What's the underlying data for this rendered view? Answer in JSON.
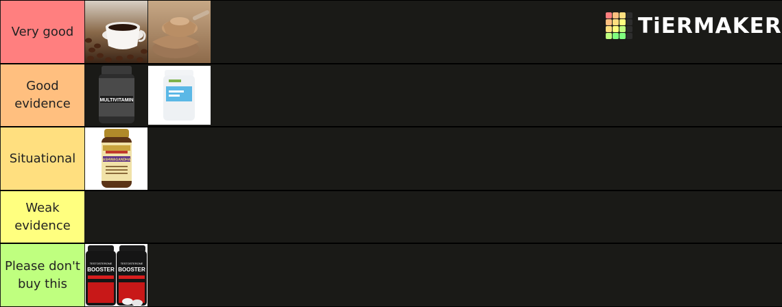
{
  "brand": {
    "logo_text": "TiERMAKER",
    "logo_colors": [
      "#ff7f7f",
      "#ffbf7f",
      "#ffdf7f",
      "#2d2d2d",
      "#ffbf7f",
      "#ffdf7f",
      "#ffff7f",
      "#2d2d2d",
      "#ffdf7f",
      "#ffff7f",
      "#bfff7f",
      "#2d2d2d",
      "#bfff7f",
      "#7fff7f",
      "#7fff7f",
      "#2d2d2d"
    ]
  },
  "tiers": [
    {
      "label": "Very good",
      "color": "#ff7f7f",
      "items": [
        {
          "name": "coffee-cup-image",
          "subject": "coffee"
        },
        {
          "name": "protein-powder-image",
          "subject": "protein powder"
        }
      ]
    },
    {
      "label": "Good evidence",
      "color": "#ffbf7f",
      "items": [
        {
          "name": "multivitamin-bottle-image",
          "subject": "multivitamin"
        },
        {
          "name": "omega-fish-oil-bottle-image",
          "subject": "omega-3 fish oil"
        }
      ]
    },
    {
      "label": "Situational",
      "color": "#ffdf7f",
      "items": [
        {
          "name": "ashwagandha-bottle-image",
          "subject": "ashwagandha"
        }
      ]
    },
    {
      "label": "Weak evidence",
      "color": "#ffff7f",
      "items": []
    },
    {
      "label": "Please don't buy this",
      "color": "#bfff7f",
      "items": [
        {
          "name": "testosterone-booster-bottles-image",
          "subject": "testosterone booster"
        }
      ]
    }
  ],
  "item_texts": {
    "multivitamin": "MULTIVITAMIN",
    "booster_top": "TESTOSTERONE",
    "booster_main": "BOOSTER",
    "ashwagandha": "ASHWAGANDHA"
  }
}
